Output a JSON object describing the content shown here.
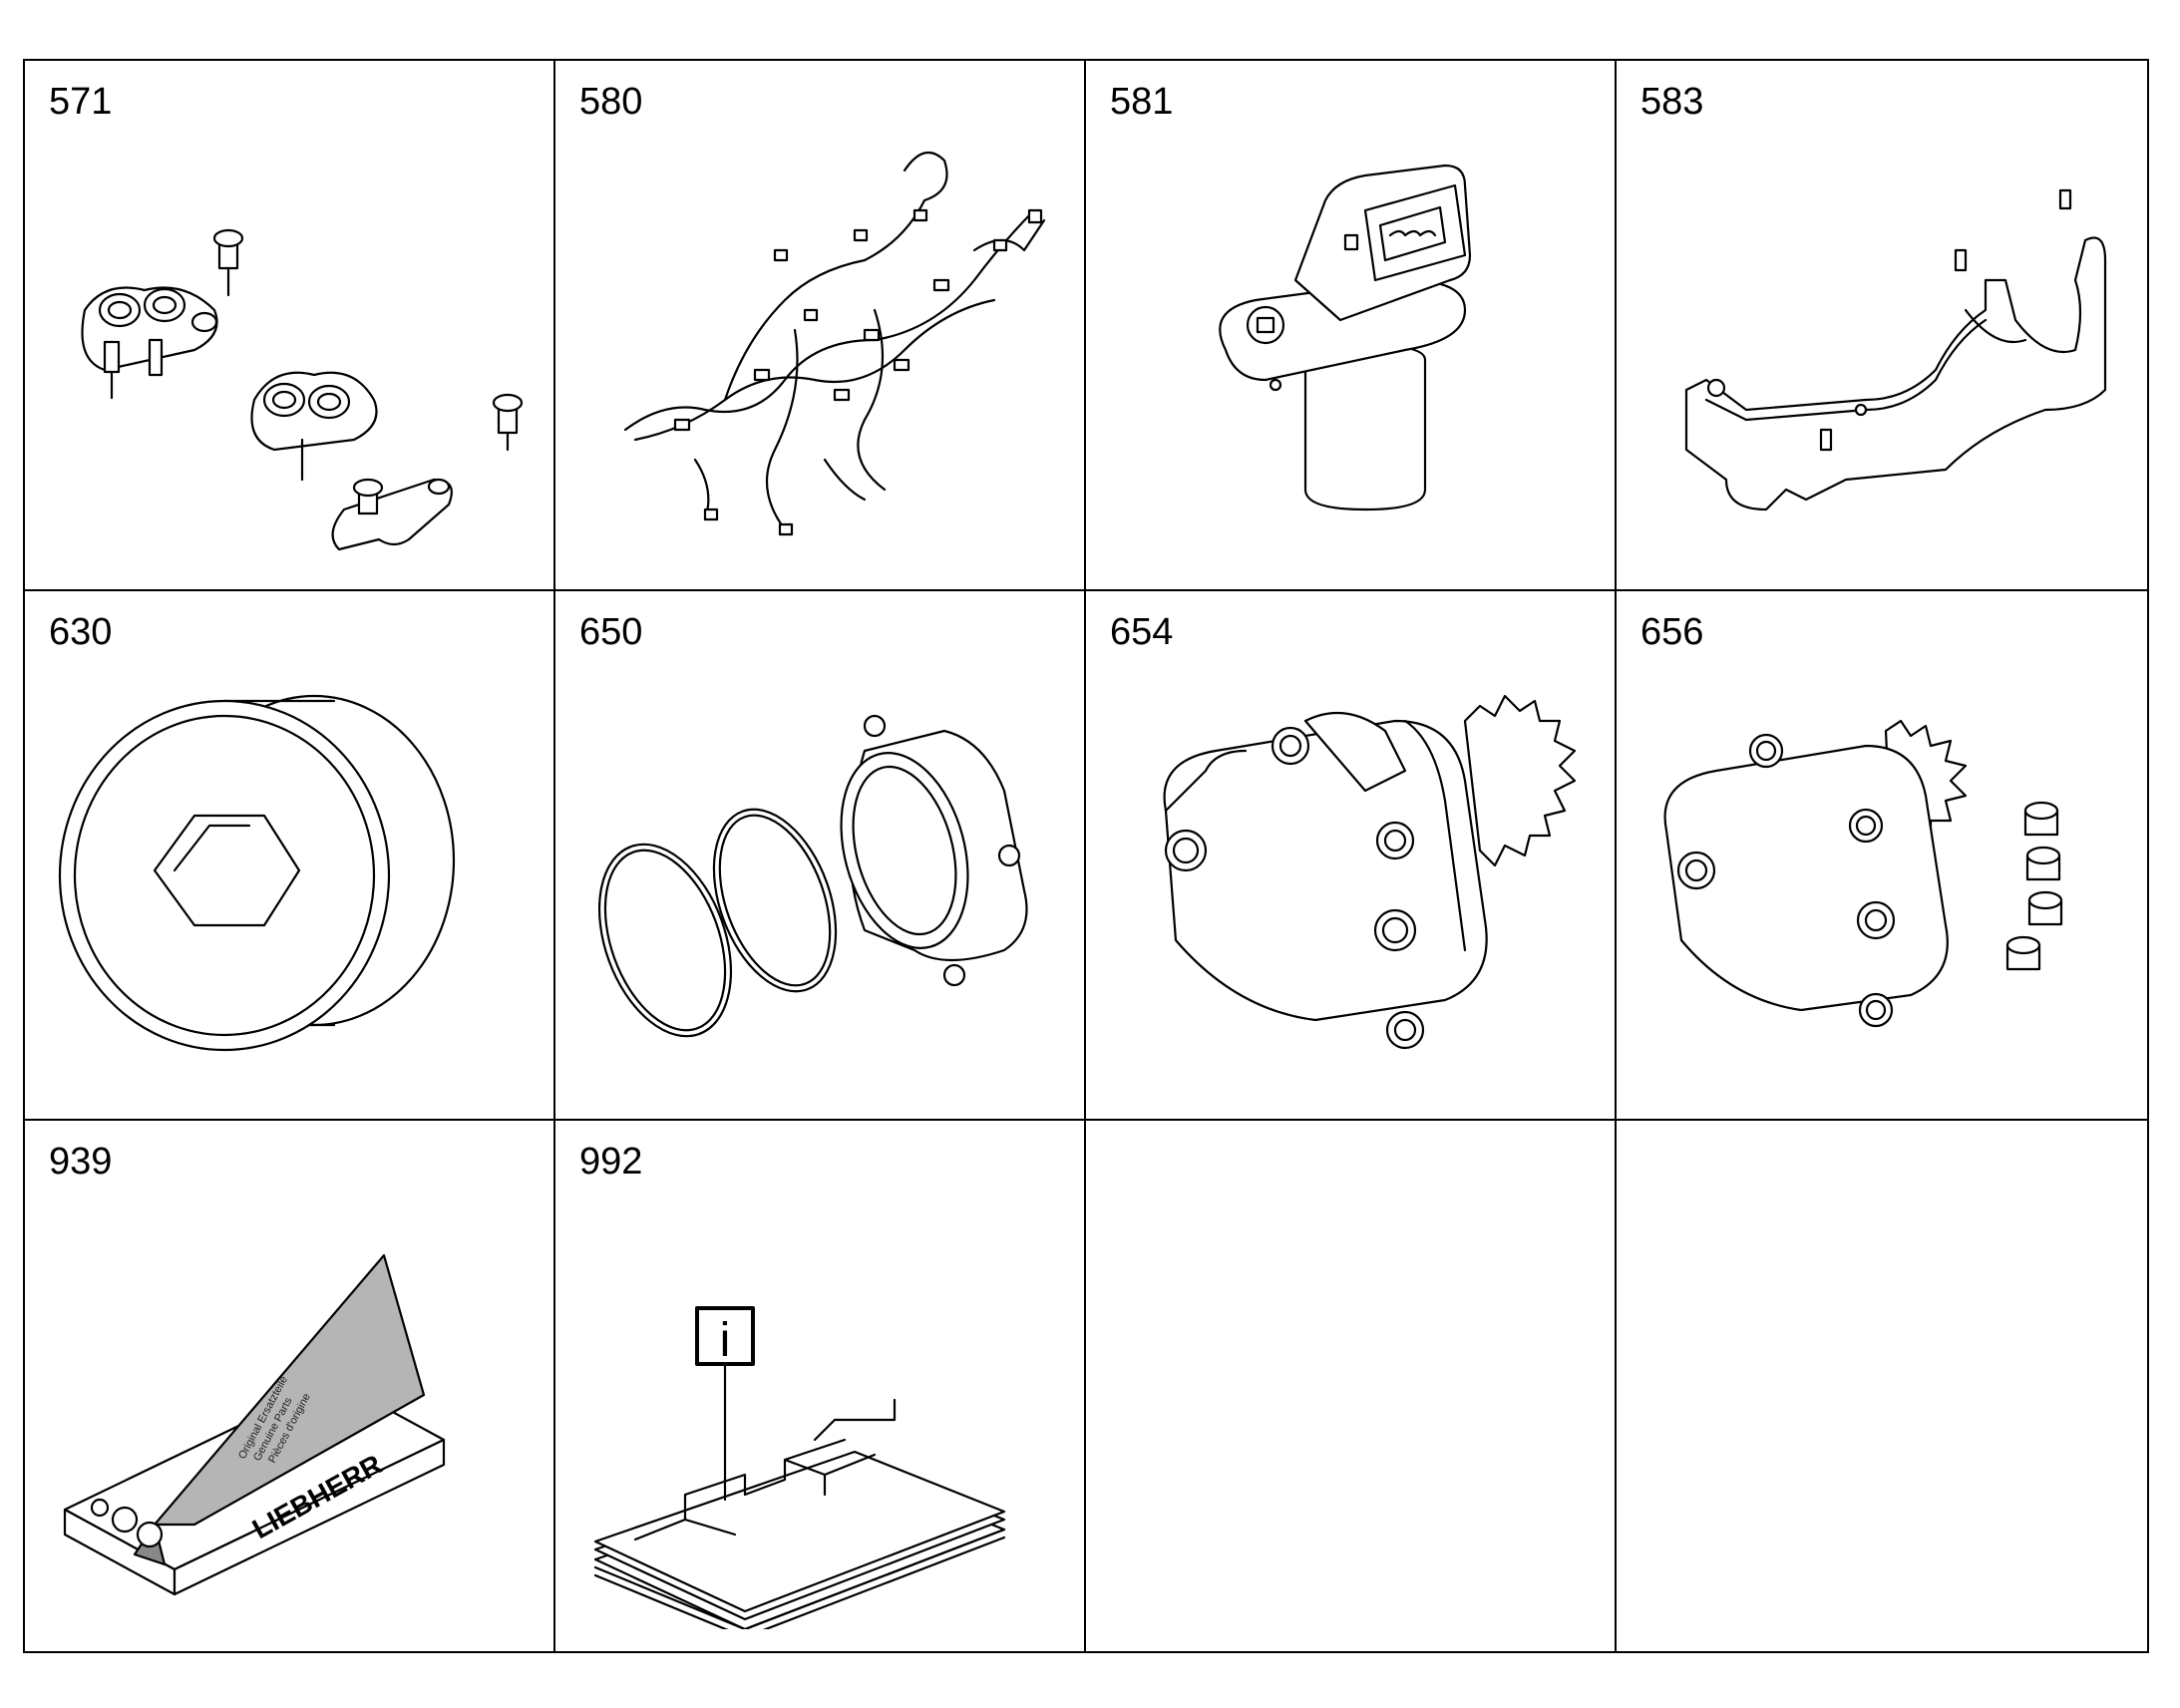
{
  "cells": [
    {
      "number": "571"
    },
    {
      "number": "580"
    },
    {
      "number": "581"
    },
    {
      "number": "583"
    },
    {
      "number": "630"
    },
    {
      "number": "650"
    },
    {
      "number": "654"
    },
    {
      "number": "656"
    },
    {
      "number": "939",
      "brand_label": "LIEBHERR",
      "card_lines": [
        "Original Ersatzteile",
        "Genuine Parts",
        "Pièces d'origine"
      ]
    },
    {
      "number": "992",
      "info_symbol": "i"
    },
    {
      "number": ""
    },
    {
      "number": ""
    }
  ]
}
